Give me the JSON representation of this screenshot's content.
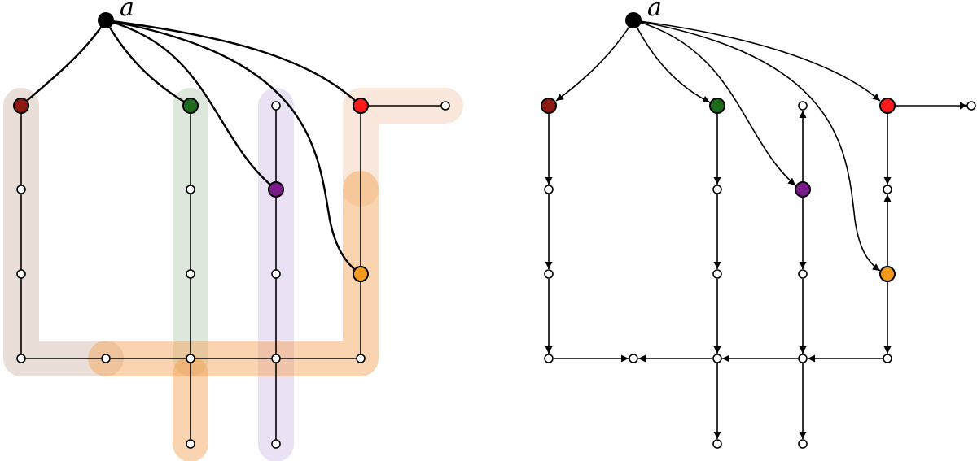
{
  "root_label": "a",
  "colors": {
    "dark_red": "#8b1a12",
    "dark_green": "#1e6b1e",
    "purple": "#7b1a8a",
    "red": "#ff1a1a",
    "orange": "#f59a1a",
    "root": "#000000",
    "hollow": "#ffffff",
    "edge": "#000000"
  },
  "bands": [
    {
      "name": "dark-red-band",
      "color": "#c8a898"
    },
    {
      "name": "dark-green-band",
      "color": "#a8c0a0"
    },
    {
      "name": "purple-band",
      "color": "#c8b0e6"
    },
    {
      "name": "red-band",
      "color": "#f0c0a0"
    },
    {
      "name": "orange-band",
      "color": "#f3a050"
    }
  ]
}
